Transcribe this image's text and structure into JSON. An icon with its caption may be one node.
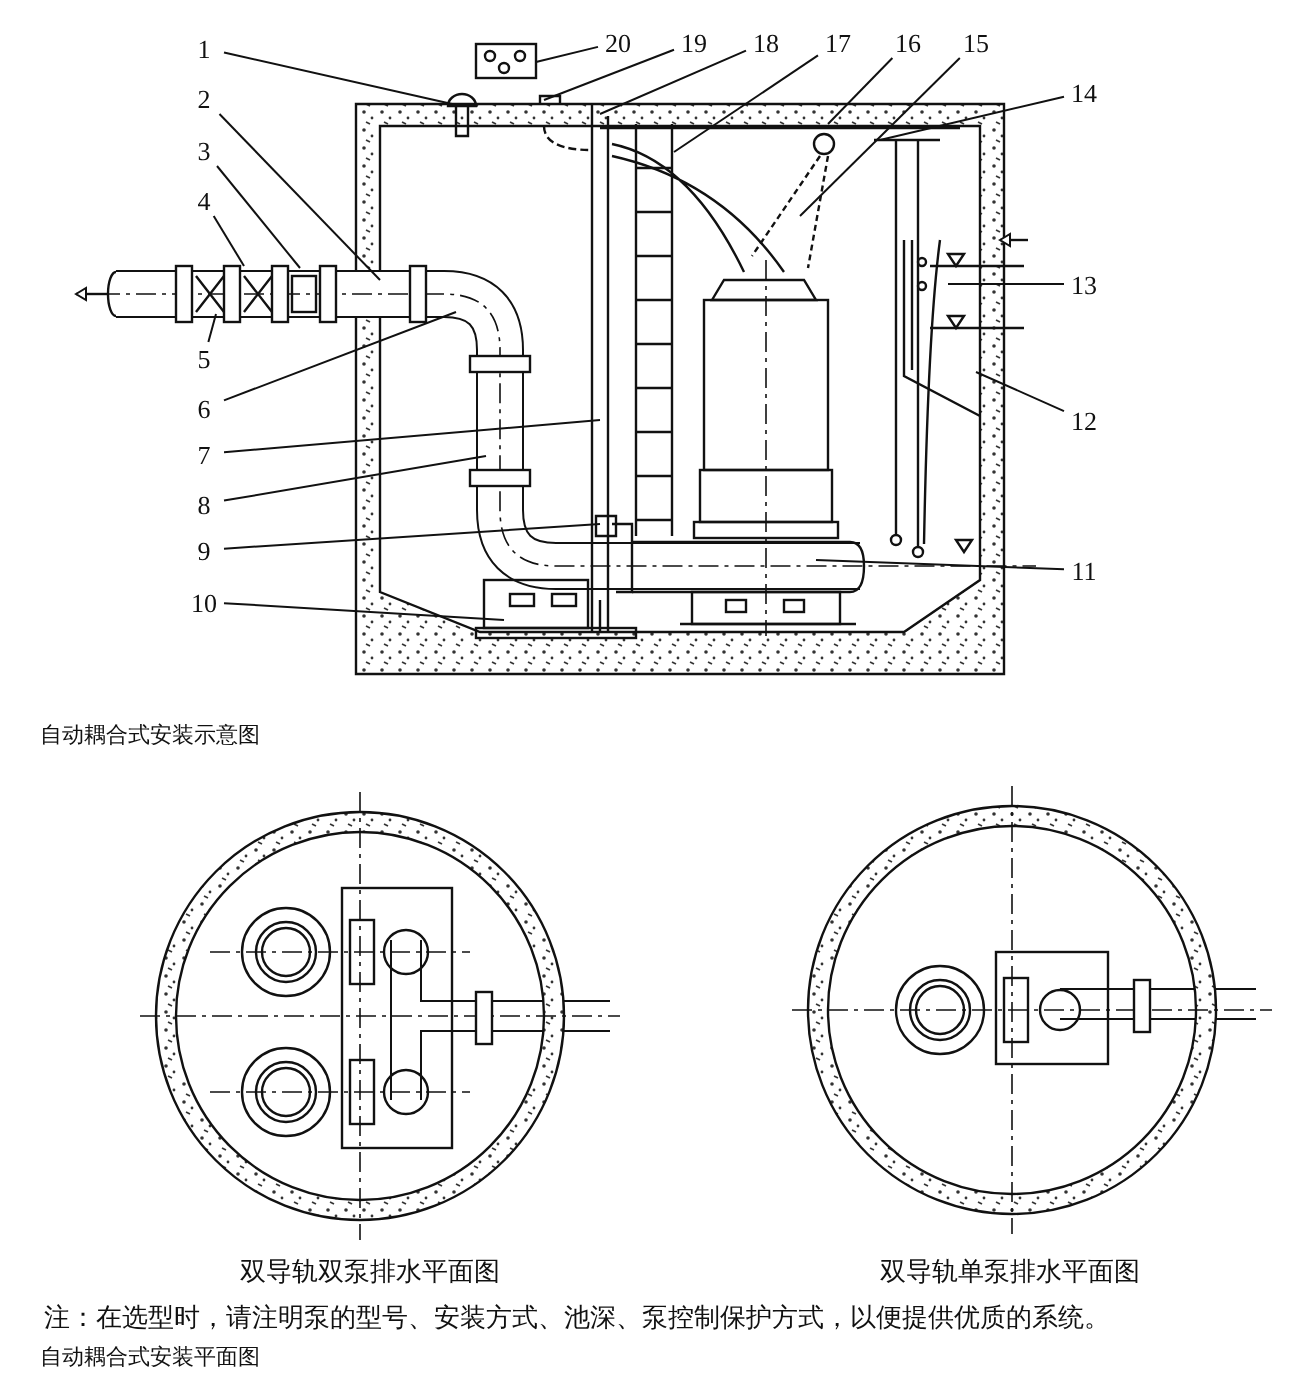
{
  "diagram": {
    "nodes": [
      {
        "text": [
          "1"
        ]
      },
      {
        "text": [
          "2"
        ]
      },
      {
        "text": [
          "3"
        ]
      },
      {
        "text": [
          "4"
        ]
      },
      {
        "text": [
          "5"
        ]
      },
      {
        "text": [
          "6"
        ]
      },
      {
        "text": [
          "7"
        ]
      },
      {
        "text": [
          "8"
        ]
      },
      {
        "text": [
          "9"
        ]
      },
      {
        "text": [
          "10"
        ]
      },
      {
        "text": [
          "11"
        ]
      },
      {
        "text": [
          "12"
        ]
      },
      {
        "text": [
          "13"
        ]
      },
      {
        "text": [
          "14"
        ]
      },
      {
        "text": [
          "15"
        ]
      },
      {
        "text": [
          "16"
        ]
      },
      {
        "text": [
          "17"
        ]
      },
      {
        "text": [
          "18"
        ]
      },
      {
        "text": [
          "19"
        ]
      },
      {
        "text": [
          "20"
        ]
      }
    ],
    "edges": [
      {
        "from": 0,
        "to": null,
        "arrow": "none"
      },
      {
        "from": 1,
        "to": null,
        "arrow": "none"
      },
      {
        "from": 2,
        "to": null,
        "arrow": "none"
      },
      {
        "from": 3,
        "to": null,
        "arrow": "none"
      },
      {
        "from": 4,
        "to": null,
        "arrow": "none"
      },
      {
        "from": 5,
        "to": null,
        "arrow": "none"
      },
      {
        "from": 6,
        "to": null,
        "arrow": "none"
      },
      {
        "from": 7,
        "to": null,
        "arrow": "none"
      },
      {
        "from": 8,
        "to": null,
        "arrow": "none"
      },
      {
        "from": 9,
        "to": null,
        "arrow": "none"
      },
      {
        "from": 10,
        "to": null,
        "arrow": "none"
      },
      {
        "from": 11,
        "to": null,
        "arrow": "none"
      },
      {
        "from": 12,
        "to": null,
        "arrow": "none"
      },
      {
        "from": 13,
        "to": null,
        "arrow": "none"
      },
      {
        "from": 14,
        "to": null,
        "arrow": "none"
      },
      {
        "from": 15,
        "to": null,
        "arrow": "none"
      },
      {
        "from": 16,
        "to": null,
        "arrow": "none"
      },
      {
        "from": 17,
        "to": null,
        "arrow": "none"
      },
      {
        "from": 18,
        "to": null,
        "arrow": "none"
      },
      {
        "from": 19,
        "to": null,
        "arrow": "none"
      }
    ],
    "labels": [
      "自动耦合式安装示意图",
      "双导轨双泵排水平面图",
      "双导轨单泵排水平面图",
      "注：在选型时，请注明泵的型号、安装方式、池深、泵控制保护方式，以便提供优质的系统。",
      "自动耦合式安装平面图"
    ]
  }
}
